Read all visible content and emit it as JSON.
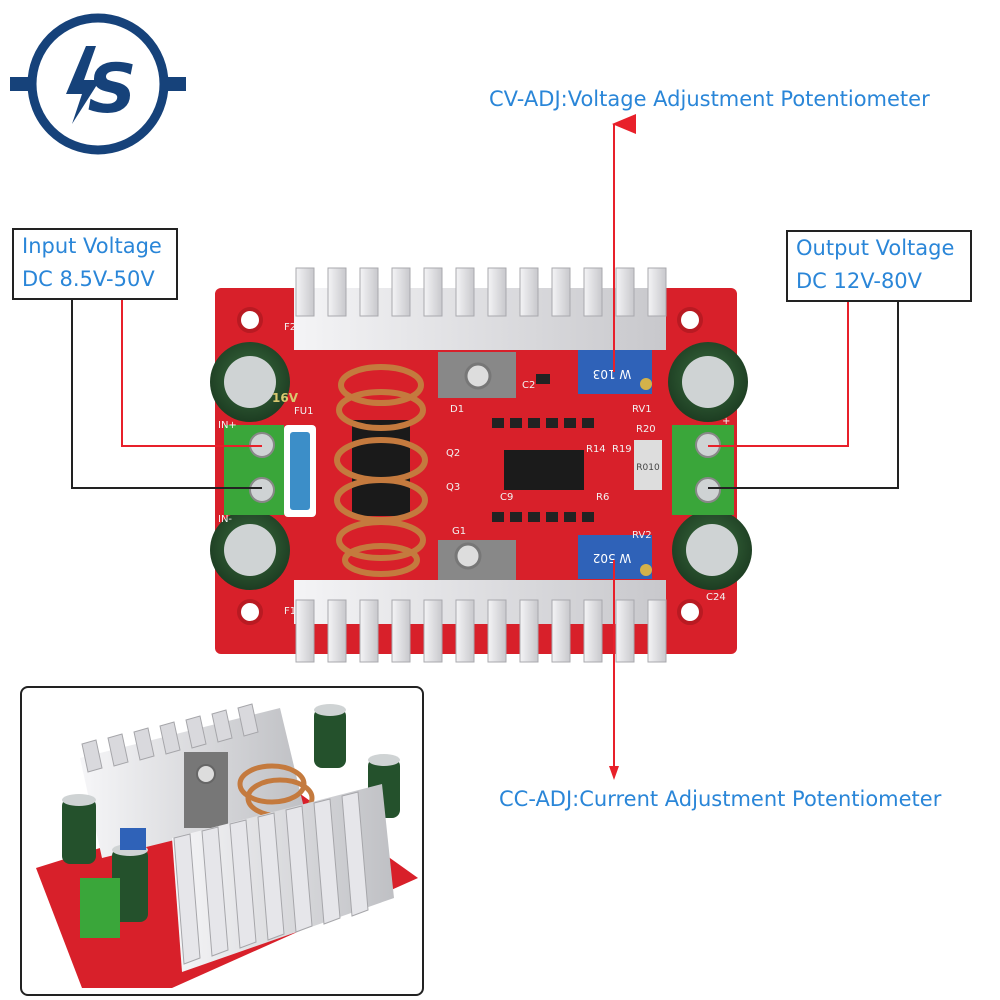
{
  "annotations": {
    "cv_adj": "CV-ADJ:Voltage Adjustment Potentiometer",
    "cc_adj": "CC-ADJ:Current Adjustment Potentiometer",
    "input": {
      "line1": "Input Voltage",
      "line2": "DC 8.5V-50V"
    },
    "output": {
      "line1": "Output Voltage",
      "line2": "DC 12V-80V"
    }
  },
  "logo": {
    "text": "S"
  },
  "board": {
    "silkscreen": {
      "in_plus": "IN+",
      "in_minus": "IN-",
      "out_plus": "+",
      "fu1": "FU1",
      "d1": "D1",
      "g1": "G1",
      "c2": "C2",
      "c9": "C9",
      "q2": "Q2",
      "q3": "Q3",
      "r14": "R14",
      "r19": "R19",
      "r6": "R6",
      "r20": "R20",
      "r010": "R010",
      "rv1": "RV1",
      "rv2": "RV2",
      "f2": "F2",
      "f1": "F1",
      "c24": "C24"
    },
    "pot_top": "W 103",
    "pot_bottom": "W 502",
    "cap_label": "16V"
  },
  "colors": {
    "annotation_blue": "#2a86d8",
    "pcb_red": "#d8202a",
    "terminal_green": "#3aa63a",
    "heatsink": "#e2e2e4",
    "pot_blue": "#2f62b8",
    "arrow_red": "#e8202a"
  }
}
